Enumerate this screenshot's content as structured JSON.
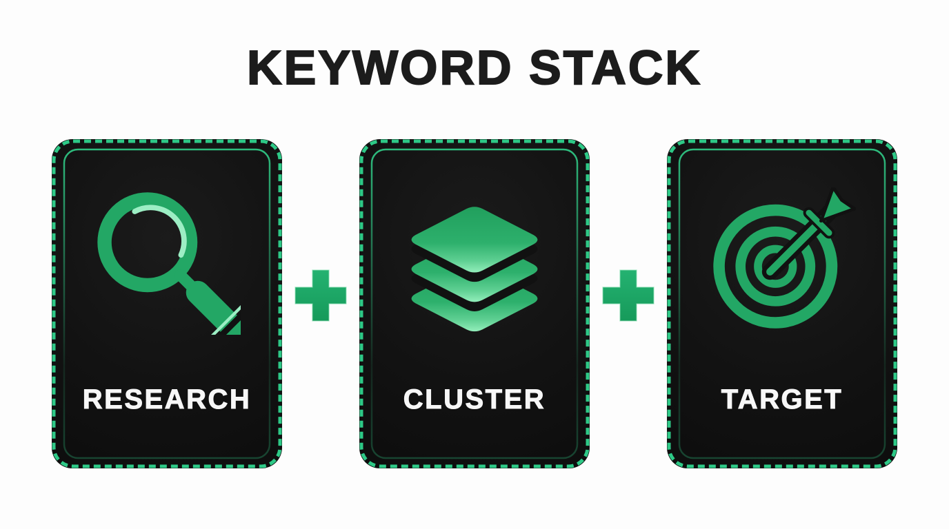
{
  "title": "KEYWORD STACK",
  "cards": [
    {
      "label": "RESEARCH",
      "icon": "magnifier-icon"
    },
    {
      "label": "CLUSTER",
      "icon": "layers-icon"
    },
    {
      "label": "TARGET",
      "icon": "target-icon"
    }
  ],
  "separator": {
    "symbol": "+",
    "meaning": "plus"
  },
  "colors": {
    "page-bg": "#fdfdfd",
    "title-color": "#1c1c1c",
    "label-color": "#f7f7f7",
    "dash-green": "#2ec987",
    "icon-green": "#23a765",
    "icon-green-light": "#9ceec4",
    "cluster-top": "#219f5d",
    "cluster-bottom": "#93eebb",
    "plus-green": "#1ca263",
    "card-bg": "#111111"
  }
}
